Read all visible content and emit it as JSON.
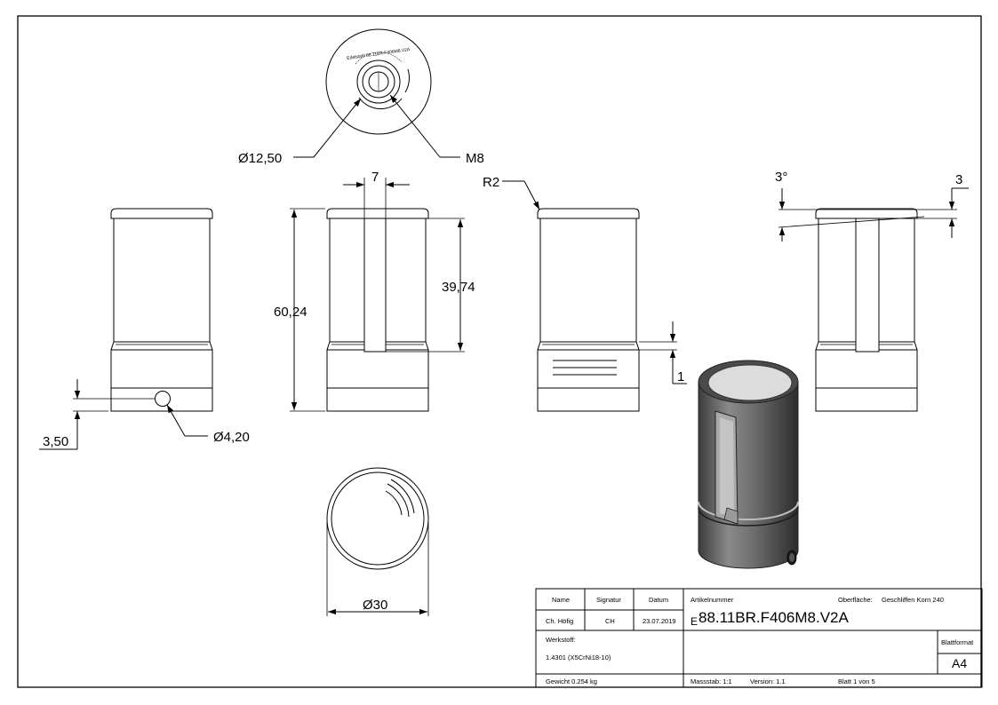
{
  "dimensions": {
    "dia_12_50": "Ø12,50",
    "thread_m8": "M8",
    "width_7": "7",
    "radius_r2": "R2",
    "angle_3deg": "3°",
    "offset_3": "3",
    "height_60_24": "60,24",
    "height_39_74": "39,74",
    "step_1": "1",
    "pos_3_50": "3,50",
    "dia_4_20": "Ø4,20",
    "dia_30": "Ø30"
  },
  "top_view_engraving": "Edelstahl 88.11BR.F406M8.V2A",
  "title_block": {
    "headers": {
      "name": "Name",
      "signatur": "Signatur",
      "datum": "Datum"
    },
    "drawer": {
      "name": "Ch. Höfig",
      "signatur": "CH",
      "datum": "23.07.2019"
    },
    "artikelnummer_label": "Artikelnummer",
    "artikelnummer_prefix": "E",
    "artikelnummer": "88.11BR.F406M8.V2A",
    "oberflaeche_label": "Oberfläche:",
    "oberflaeche": "Geschliffen Korn 240",
    "werkstoff_label": "Werkstoff:",
    "werkstoff": "1.4301 (X5CrNi18-10)",
    "blattformat_label": "Blattformat",
    "blattformat": "A4",
    "gewicht": "Gewicht 0.254 kg",
    "massstab": "Massstab: 1:1",
    "version": "Version: 1.1",
    "blatt": "Blatt 1 von 5"
  }
}
